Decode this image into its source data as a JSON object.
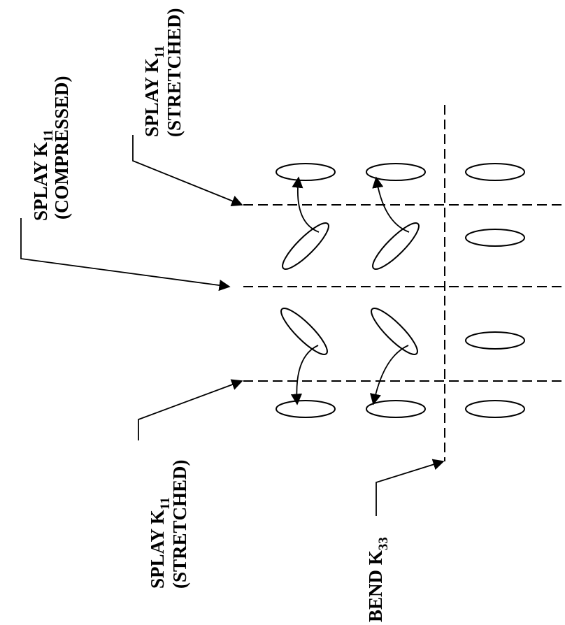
{
  "labels": {
    "splay_compressed_top": {
      "name": "SPLAY K",
      "sub": "11",
      "note": "(COMPRESSED)"
    },
    "splay_stretched_top": {
      "name": "SPLAY K",
      "sub": "11",
      "note": "(STRETCHED)"
    },
    "splay_stretched_bottom": {
      "name": "SPLAY K",
      "sub": "11",
      "note": "(STRETCHED)"
    },
    "bend": {
      "name": "BEND K",
      "sub": "33"
    }
  }
}
